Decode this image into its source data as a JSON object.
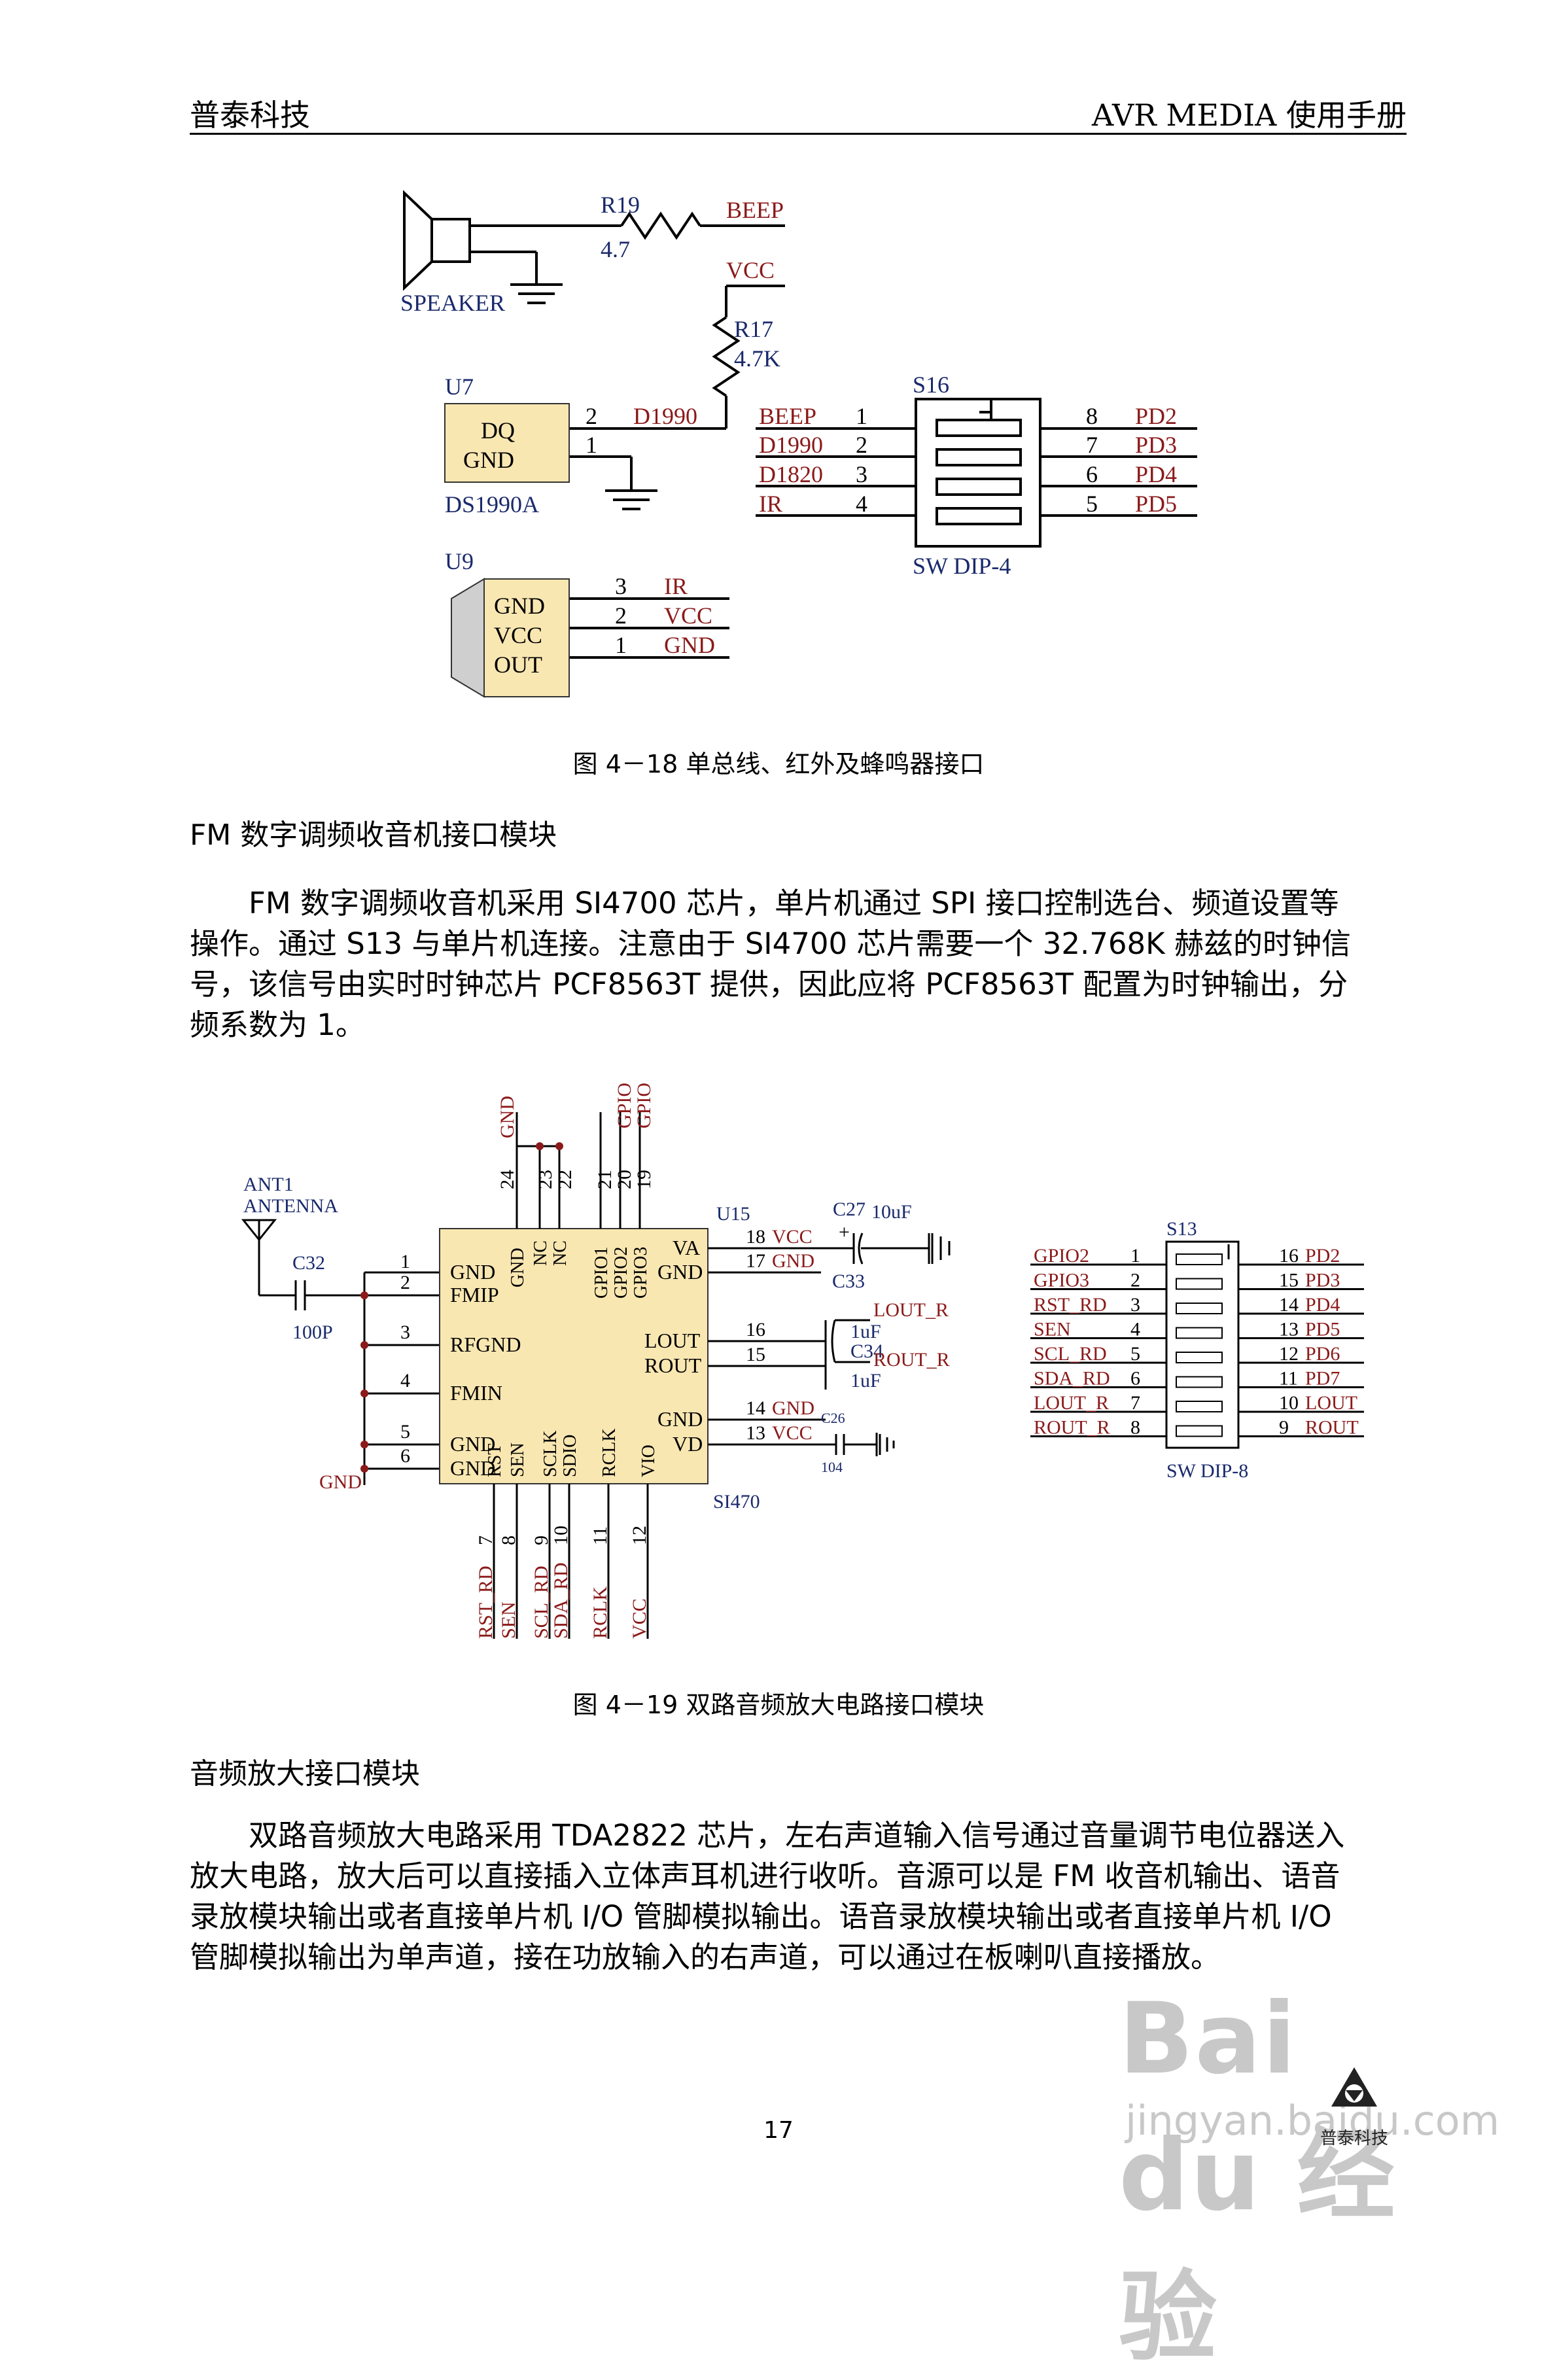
{
  "header": {
    "left": "普泰科技",
    "right": "AVR MEDIA 使用手册"
  },
  "fig18": {
    "caption": "图 4－18 单总线、红外及蜂鸣器接口",
    "speaker": "SPEAKER",
    "r19": {
      "ref": "R19",
      "value": "4.7",
      "net": "BEEP"
    },
    "r17": {
      "ref": "R17",
      "value": "4.7K",
      "net": "VCC"
    },
    "u7": {
      "ref": "U7",
      "part": "DS1990A",
      "pin_dq": "DQ",
      "pin_gnd": "GND",
      "pin2": "2",
      "pin1": "1",
      "net": "D1990"
    },
    "s16": {
      "ref": "S16",
      "part": "SW DIP-4",
      "left": [
        {
          "net": "BEEP",
          "pin": "1"
        },
        {
          "net": "D1990",
          "pin": "2"
        },
        {
          "net": "D1820",
          "pin": "3"
        },
        {
          "net": "IR",
          "pin": "4"
        }
      ],
      "right": [
        {
          "pin": "8",
          "net": "PD2"
        },
        {
          "pin": "7",
          "net": "PD3"
        },
        {
          "pin": "6",
          "net": "PD4"
        },
        {
          "pin": "5",
          "net": "PD5"
        }
      ]
    },
    "u9": {
      "ref": "U9",
      "pins": [
        {
          "label": "GND",
          "num": "3",
          "net": "IR"
        },
        {
          "label": "VCC",
          "num": "2",
          "net": "VCC"
        },
        {
          "label": "OUT",
          "num": "1",
          "net": "GND"
        }
      ]
    }
  },
  "section_fm": {
    "heading": "FM 数字调频收音机接口模块",
    "paragraph": "FM 数字调频收音机采用 SI4700 芯片，单片机通过 SPI 接口控制选台、频道设置等操作。通过 S13 与单片机连接。注意由于 SI4700 芯片需要一个 32.768K 赫兹的时钟信号，该信号由实时时钟芯片 PCF8563T 提供，因此应将 PCF8563T 配置为时钟输出，分频系数为 1。"
  },
  "fig19": {
    "caption": "图 4－19 双路音频放大电路接口模块",
    "ant": {
      "ref": "ANT1",
      "label": "ANTENNA"
    },
    "c32": {
      "ref": "C32",
      "value": "100P"
    },
    "gnd_label": "GND",
    "u15": {
      "ref": "U15",
      "part": "SI470"
    },
    "left_pins": [
      {
        "num": "1",
        "label": "GND"
      },
      {
        "num": "2",
        "label": "FMIP"
      },
      {
        "num": "3",
        "label": "RFGND"
      },
      {
        "num": "4",
        "label": "FMIN"
      },
      {
        "num": "5",
        "label": "GND"
      },
      {
        "num": "6",
        "label": "GND"
      }
    ],
    "top_pins": [
      {
        "num": "24",
        "label": "GND",
        "net": "GND"
      },
      {
        "num": "23",
        "label": "NC",
        "net": ""
      },
      {
        "num": "22",
        "label": "NC",
        "net": ""
      },
      {
        "num": "21",
        "label": "GPIO1",
        "net": ""
      },
      {
        "num": "20",
        "label": "GPIO2",
        "net": "GPIO"
      },
      {
        "num": "19",
        "label": "GPIO3",
        "net": "GPIO"
      }
    ],
    "bottom_pins": [
      {
        "num": "7",
        "label": "RST",
        "net": "RST_RD"
      },
      {
        "num": "8",
        "label": "SEN",
        "net": "SEN"
      },
      {
        "num": "9",
        "label": "SCLK",
        "net": "SCL_RD"
      },
      {
        "num": "10",
        "label": "SDIO",
        "net": "SDA_RD"
      },
      {
        "num": "11",
        "label": "RCLK",
        "net": "RCLK"
      },
      {
        "num": "12",
        "label": "VIO",
        "net": "VCC"
      }
    ],
    "right_pins": [
      {
        "num": "18",
        "label": "VA",
        "net": "VCC"
      },
      {
        "num": "17",
        "label": "GND",
        "net": "GND"
      },
      {
        "num": "16",
        "label": "LOUT",
        "net": ""
      },
      {
        "num": "15",
        "label": "ROUT",
        "net": ""
      },
      {
        "num": "14",
        "label": "GND",
        "net": "GND"
      },
      {
        "num": "13",
        "label": "VD",
        "net": "VCC"
      }
    ],
    "c27": {
      "ref": "C27",
      "value": "10uF",
      "polarity": "+"
    },
    "c33": {
      "ref": "C33",
      "value": "1uF",
      "net": "LOUT_R"
    },
    "c34": {
      "ref": "C34",
      "value": "1uF",
      "net": "ROUT_R"
    },
    "c26": {
      "ref": "C26",
      "value": "104"
    },
    "s13": {
      "ref": "S13",
      "part": "SW DIP-8",
      "rows": [
        {
          "lnet": "GPIO2",
          "lpin": "1",
          "rpin": "16",
          "rnet": "PD2"
        },
        {
          "lnet": "GPIO3",
          "lpin": "2",
          "rpin": "15",
          "rnet": "PD3"
        },
        {
          "lnet": "RST_RD",
          "lpin": "3",
          "rpin": "14",
          "rnet": "PD4"
        },
        {
          "lnet": "SEN",
          "lpin": "4",
          "rpin": "13",
          "rnet": "PD5"
        },
        {
          "lnet": "SCL_RD",
          "lpin": "5",
          "rpin": "12",
          "rnet": "PD6"
        },
        {
          "lnet": "SDA_RD",
          "lpin": "6",
          "rpin": "11",
          "rnet": "PD7"
        },
        {
          "lnet": "LOUT_R",
          "lpin": "7",
          "rpin": "10",
          "rnet": "LOUT"
        },
        {
          "lnet": "ROUT_R",
          "lpin": "8",
          "rpin": "9",
          "rnet": "ROUT"
        }
      ]
    }
  },
  "section_audio": {
    "heading": "音频放大接口模块",
    "paragraph": "双路音频放大电路采用 TDA2822 芯片，左右声道输入信号通过音量调节电位器送入放大电路，放大后可以直接插入立体声耳机进行收听。音源可以是 FM 收音机输出、语音录放模块输出或者直接单片机 I/O 管脚模拟输出。语音录放模块输出或者直接单片机 I/O 管脚模拟输出为单声道，接在功放输入的右声道，可以通过在板喇叭直接播放。"
  },
  "page_number": "17",
  "watermark": {
    "logo": "Bai du 经验",
    "site": "jingyan.baidu.com",
    "mark": "普泰科技"
  }
}
